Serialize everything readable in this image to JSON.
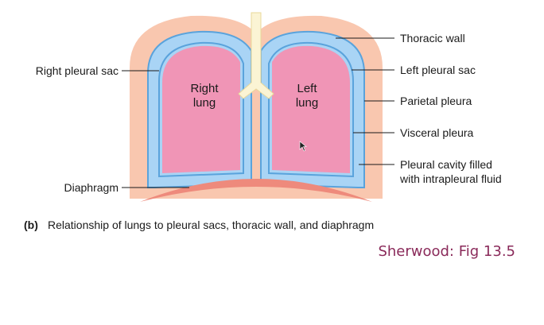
{
  "organs": {
    "right_lung": [
      "Right",
      "lung"
    ],
    "left_lung": [
      "Left",
      "lung"
    ]
  },
  "labels": {
    "right_pleural_sac": "Right pleural sac",
    "diaphragm": "Diaphragm",
    "thoracic_wall": "Thoracic wall",
    "left_pleural_sac": "Left pleural sac",
    "parietal_pleura": "Parietal pleura",
    "visceral_pleura": "Visceral pleura",
    "pleural_cavity": [
      "Pleural cavity filled",
      "with intrapleural fluid"
    ]
  },
  "caption": {
    "letter": "(b)",
    "text": "Relationship of lungs to pleural sacs, thoracic wall, and diaphragm"
  },
  "source": "Sherwood: Fig 13.5",
  "colors": {
    "thoracic_wall": "#f9c7af",
    "pleural_sac": "#a9d4f5",
    "pleura_line": "#5aa3dc",
    "lung": "#f095b6",
    "diaphragm": "#ee8a7c",
    "trachea": "#fbf4d4",
    "source_text": "#8a2a5a"
  }
}
